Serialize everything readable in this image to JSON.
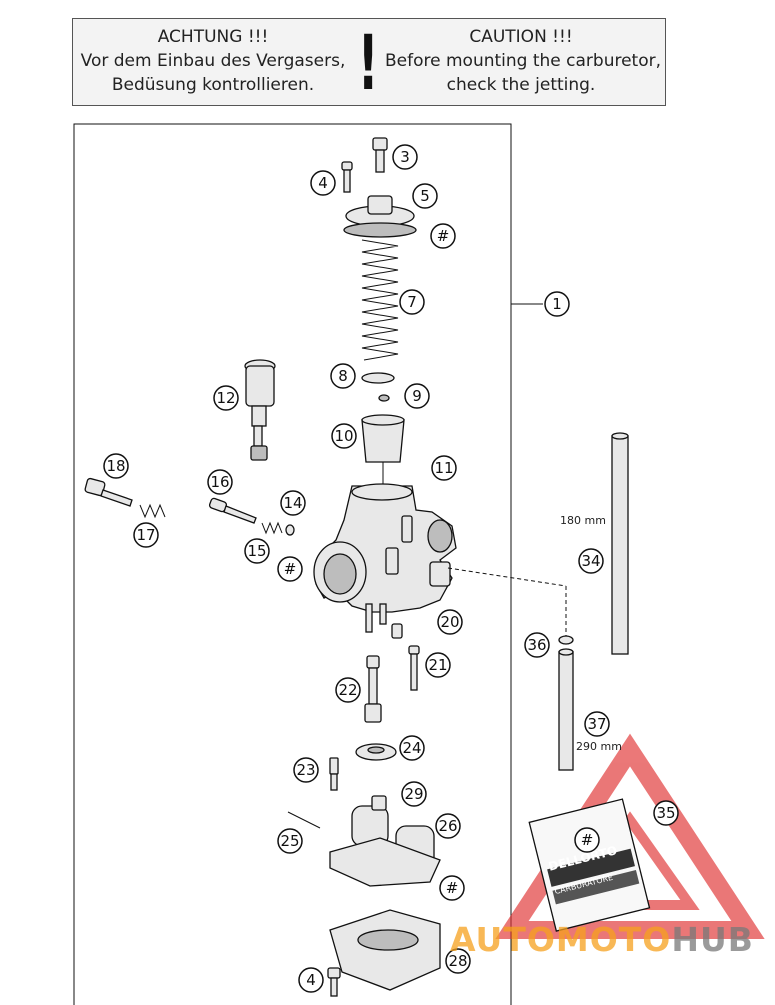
{
  "caution": {
    "german_line1": "ACHTUNG !!!",
    "german_line2": "Vor dem Einbau des Vergasers,",
    "german_line3": "Bedüsung kontrollieren.",
    "english_line1": "CAUTION !!!",
    "english_line2": "Before mounting the carburetor,",
    "english_line3": "check the jetting.",
    "symbol": "!"
  },
  "callouts": [
    "1",
    "3",
    "4",
    "5",
    "#",
    "7",
    "8",
    "9",
    "10",
    "11",
    "12",
    "14",
    "15",
    "16",
    "17",
    "18",
    "#",
    "20",
    "21",
    "22",
    "23",
    "24",
    "25",
    "26",
    "#",
    "28",
    "29",
    "34",
    "35",
    "36",
    "37",
    "4",
    "#"
  ],
  "dimensions": {
    "tube_short": "180 mm",
    "tube_long": "290 mm"
  },
  "packet_label": {
    "brand": "DELLORTO",
    "product": "CARBURATORE"
  },
  "watermark": {
    "part1": "AUTO",
    "part2": "MOTO",
    "part3": "HUB",
    "accent_color": "#f08c00",
    "logo_color": "#e03030",
    "gray_color": "#7a7a7a"
  }
}
